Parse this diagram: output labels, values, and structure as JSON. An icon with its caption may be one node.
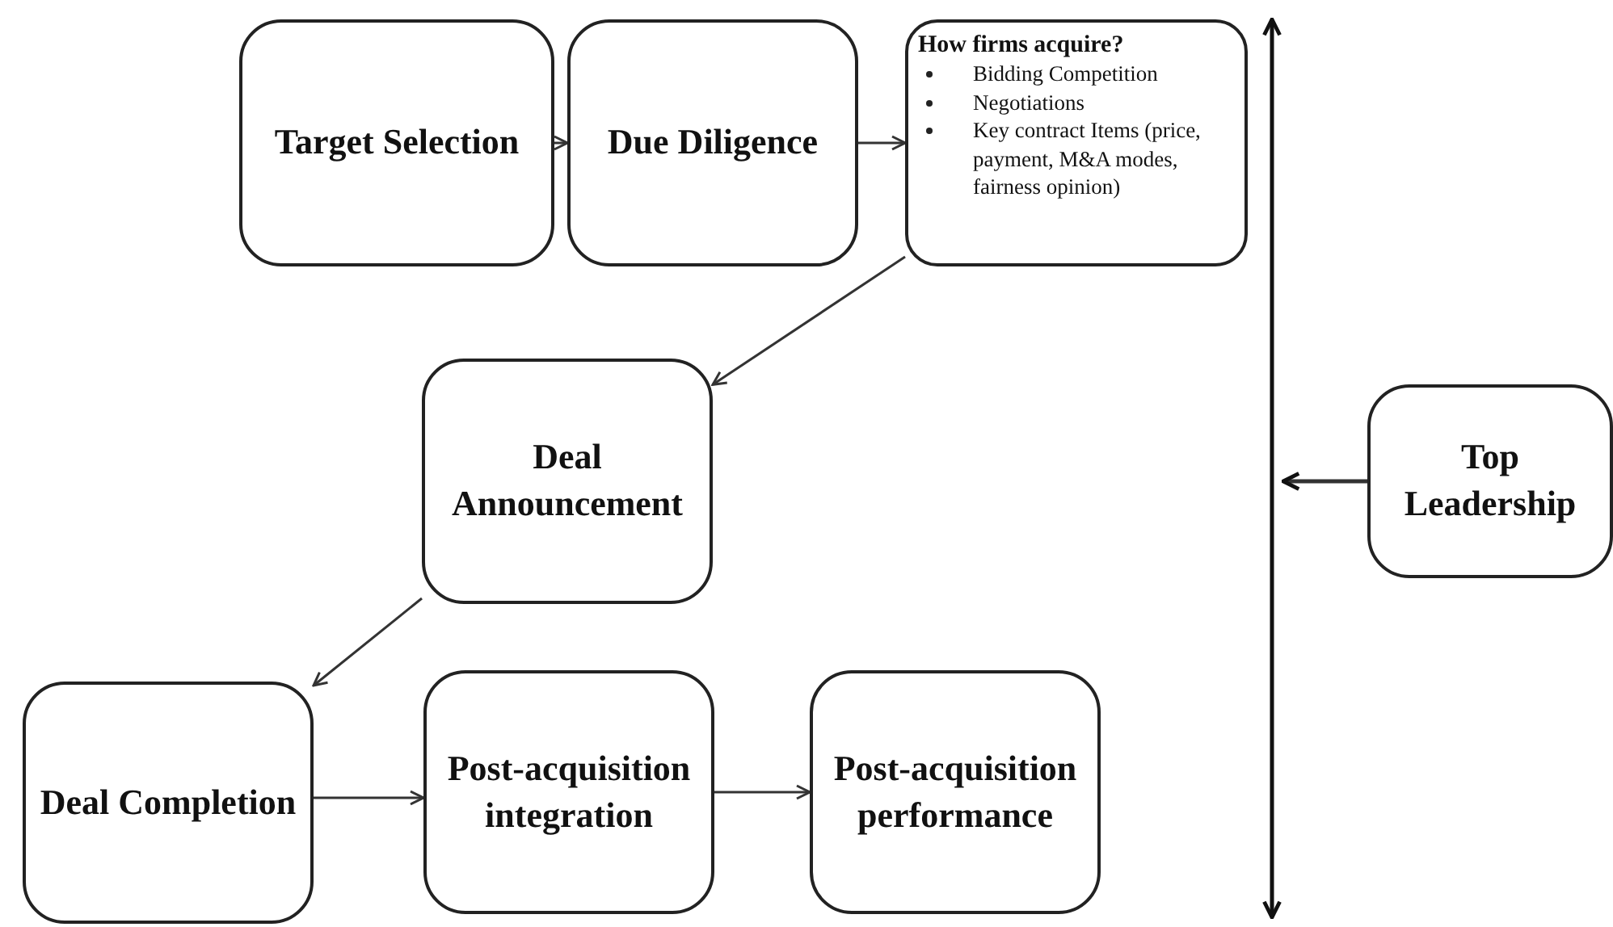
{
  "diagram": {
    "nodes": [
      {
        "text": [
          "Target Selection"
        ]
      },
      {
        "text": [
          "Due Diligence"
        ]
      },
      {
        "text": [
          "How firms acquire?",
          "Bidding Competition",
          "Negotiations",
          "Key contract Items (price, payment, M&A modes, fairness opinion)"
        ]
      },
      {
        "text": [
          "Deal Announcement"
        ]
      },
      {
        "text": [
          "Deal Completion"
        ]
      },
      {
        "text": [
          "Post-acquisition integration"
        ]
      },
      {
        "text": [
          "Post-acquisition performance"
        ]
      },
      {
        "text": [],
        "shape": "bar"
      },
      {
        "text": [
          "Top Leadership"
        ]
      }
    ],
    "edges": [
      {
        "from": 0,
        "to": 1,
        "arrow": "to"
      },
      {
        "from": 1,
        "to": 2,
        "arrow": "to"
      },
      {
        "from": 2,
        "to": 3,
        "arrow": "to"
      },
      {
        "from": 3,
        "to": 4,
        "arrow": "to"
      },
      {
        "from": 4,
        "to": 5,
        "arrow": "to"
      },
      {
        "from": 5,
        "to": 6,
        "arrow": "to"
      },
      {
        "from": 8,
        "to": 7,
        "arrow": "to"
      }
    ]
  }
}
